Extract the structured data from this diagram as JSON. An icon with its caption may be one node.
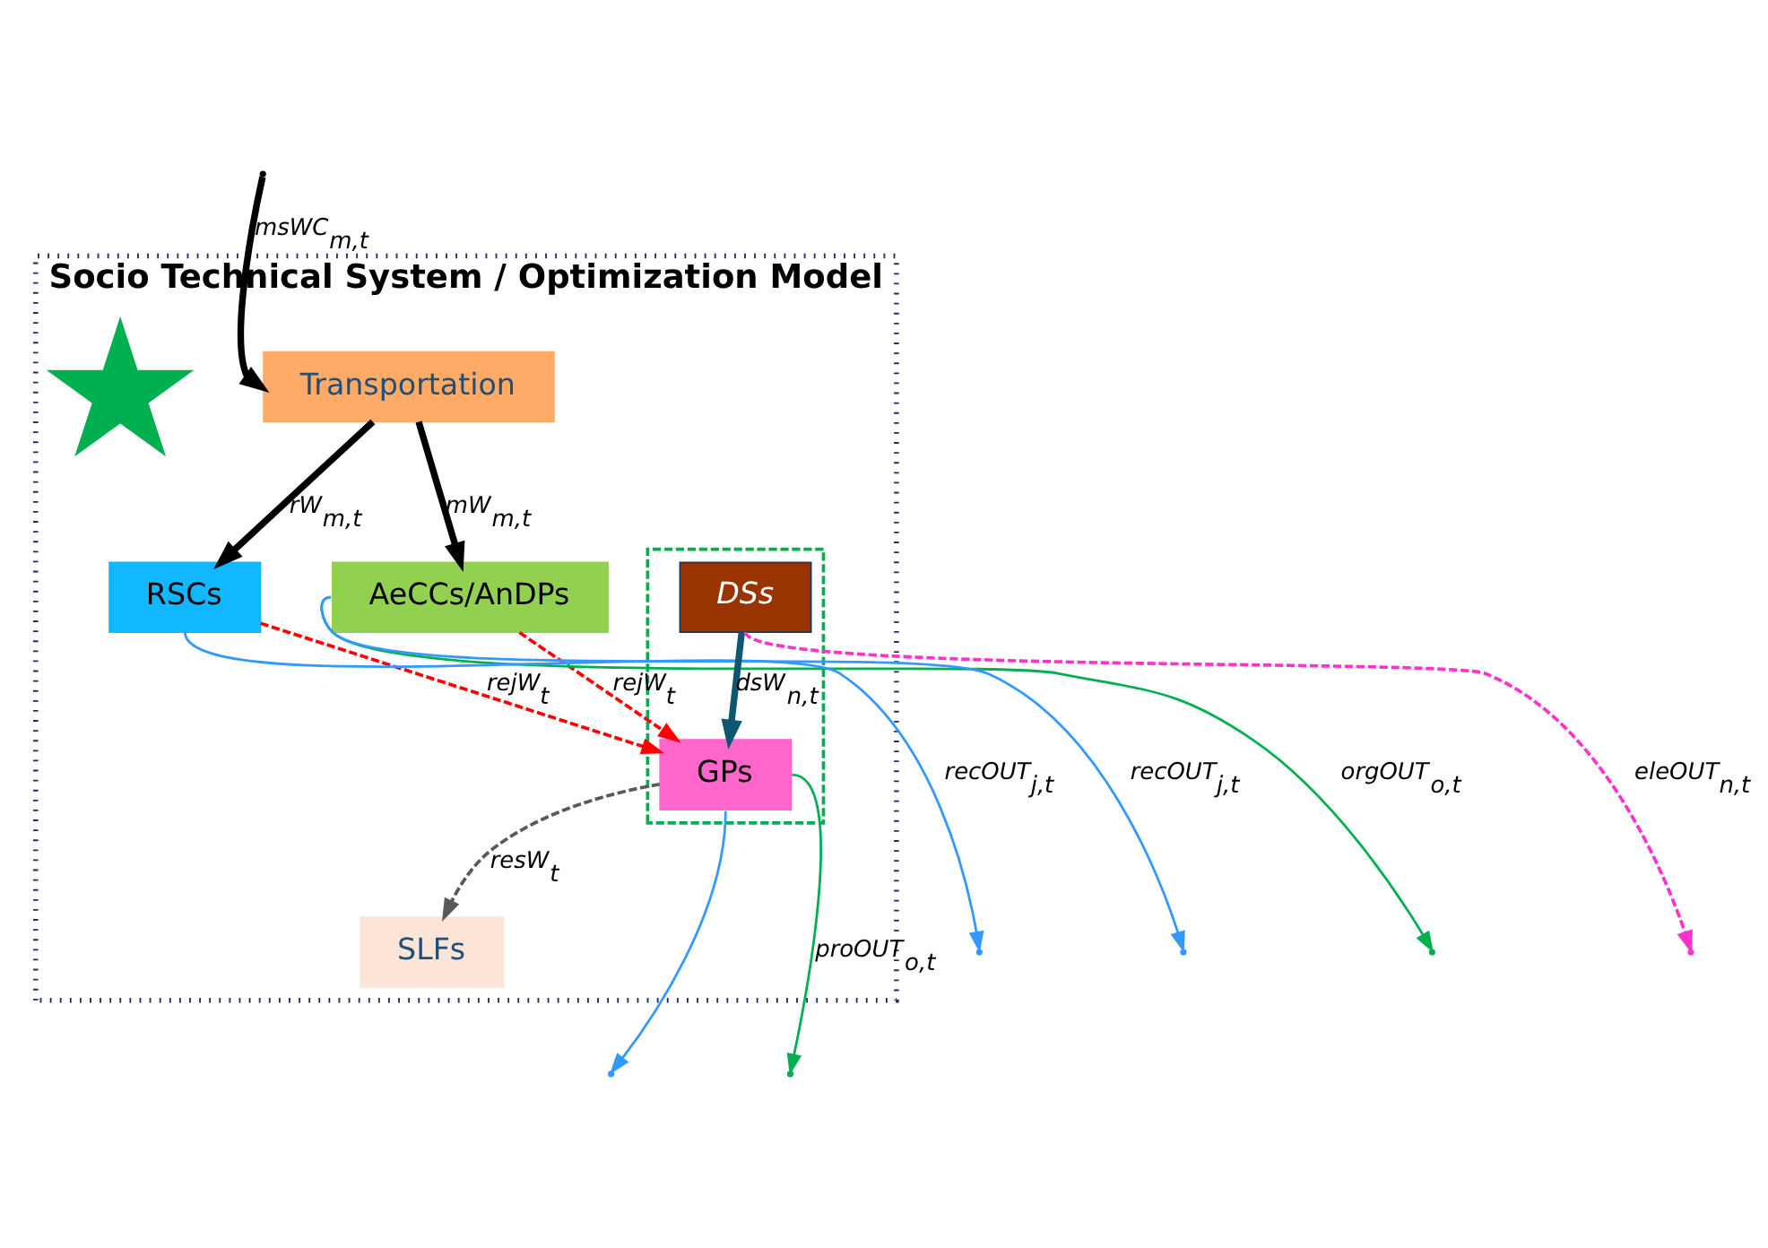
{
  "diagram": {
    "nodes": [
      {
        "text": [
          "Socio Technical System / Optimization Model"
        ]
      },
      {
        "text": [
          "Transportation"
        ],
        "in": 0
      },
      {
        "text": [
          "AeCCs/AnDPs"
        ],
        "in": 0
      },
      {
        "text": [
          "RSCs"
        ],
        "in": 0
      },
      {
        "text": [],
        "shape": "box",
        "in": 0
      },
      {
        "text": [],
        "shape": "star",
        "in": 0
      },
      {
        "text": [
          "DSs"
        ],
        "in": 4
      },
      {
        "text": [
          "GPs"
        ],
        "in": 4
      },
      {
        "text": [
          "SLFs"
        ],
        "in": 0
      }
    ],
    "edges": [
      {
        "from": null,
        "to": 1,
        "arrow": "to",
        "label": "msWC$_{m,t}$",
        "style": "thick"
      },
      {
        "from": 1,
        "to": 2,
        "arrow": "to",
        "label": "mW$_{m,t}$",
        "style": "thick"
      },
      {
        "from": 1,
        "to": 3,
        "arrow": "to",
        "label": "rW$_{m,t}$",
        "style": "thick"
      },
      {
        "from": 2,
        "to": null,
        "arrow": "to",
        "label": "orgOUT$_{o,t}$",
        "color": "#00b050"
      },
      {
        "from": 2,
        "to": null,
        "arrow": "to",
        "label": "recOUT$_{j,t}$",
        "color": "#3399ff"
      },
      {
        "from": 2,
        "to": 7,
        "arrow": "to",
        "label": "rejW$_{t}$",
        "style": "dashed",
        "color": "#ff0000"
      },
      {
        "from": 3,
        "to": 7,
        "arrow": "to",
        "label": "rejW$_{t}$",
        "style": "dashed",
        "color": "#ff0000"
      },
      {
        "from": 6,
        "to": 7,
        "arrow": "to",
        "label": "dsW$_{n,t}$",
        "style": "thick",
        "color": "#0d5773"
      },
      {
        "from": 7,
        "to": 8,
        "arrow": "to",
        "label": "resW$_{t}$",
        "style": "dashed",
        "color": "#595959"
      },
      {
        "from": 6,
        "to": null,
        "arrow": "to",
        "label": "eleOUT$_{n,t}$",
        "style": "dashed",
        "color": "#ff33cc"
      },
      {
        "from": 7,
        "to": null,
        "arrow": "to",
        "label": "proOUT$_{o,t}$",
        "color": "#00b050"
      },
      {
        "from": 3,
        "to": null,
        "arrow": "to",
        "label": "recOUT$_{j,t}$",
        "color": "#3399ff"
      },
      {
        "from": 7,
        "to": null,
        "arrow": "to",
        "color": "#3399ff"
      }
    ]
  }
}
